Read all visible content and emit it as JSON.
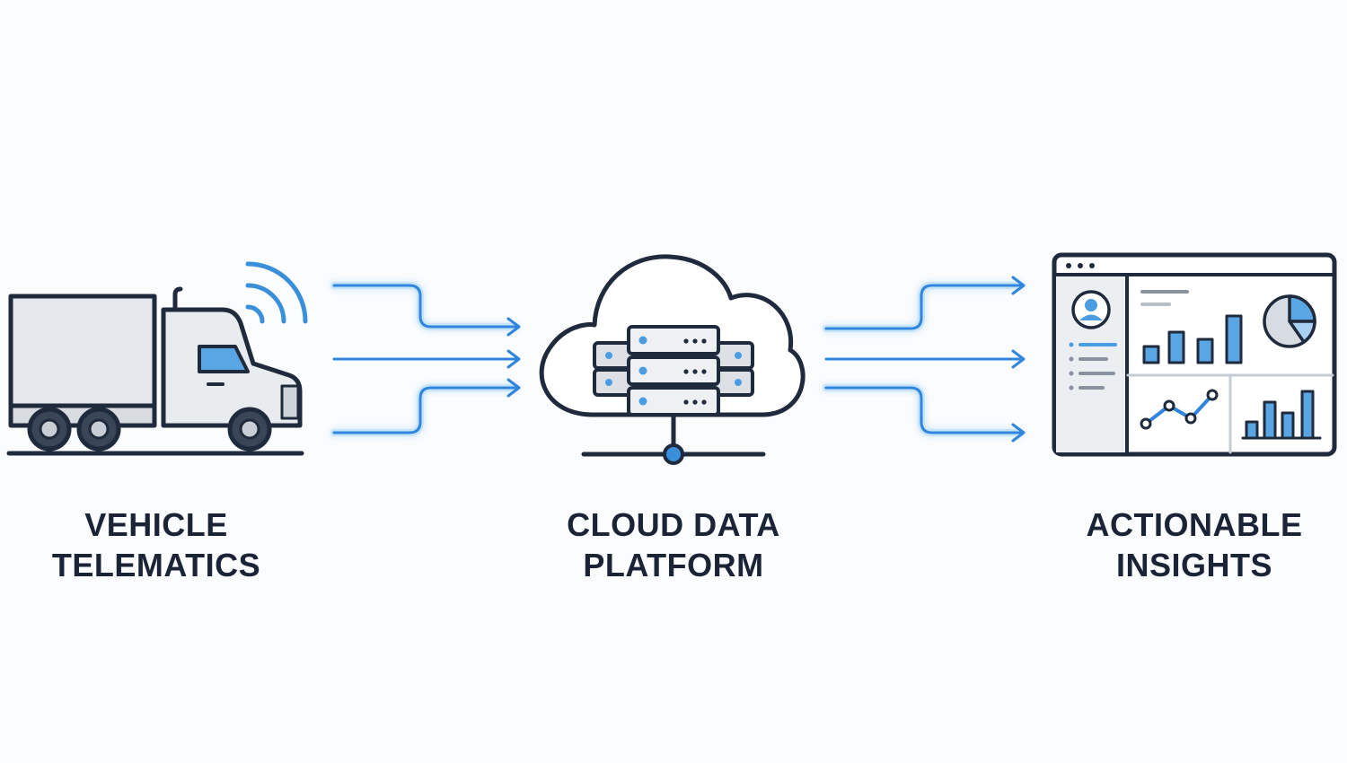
{
  "colors": {
    "outline": "#1f2a3c",
    "accent": "#2f86dc",
    "accent_light": "#5db0ec",
    "fill_light": "#e7eaee",
    "fill_mid": "#dde1e6",
    "background": "#fbfcfd"
  },
  "stages": [
    {
      "id": "vehicle",
      "icon": "truck-icon",
      "label_lines": [
        "VEHICLE",
        "TELEMATICS"
      ]
    },
    {
      "id": "cloud",
      "icon": "cloud-server-icon",
      "label_lines": [
        "CLOUD DATA",
        "PLATFORM"
      ]
    },
    {
      "id": "insights",
      "icon": "dashboard-icon",
      "label_lines": [
        "ACTIONABLE",
        "INSIGHTS"
      ]
    }
  ],
  "connectors": [
    {
      "from": "vehicle",
      "to": "cloud",
      "count": 3
    },
    {
      "from": "cloud",
      "to": "insights",
      "count": 3
    }
  ]
}
